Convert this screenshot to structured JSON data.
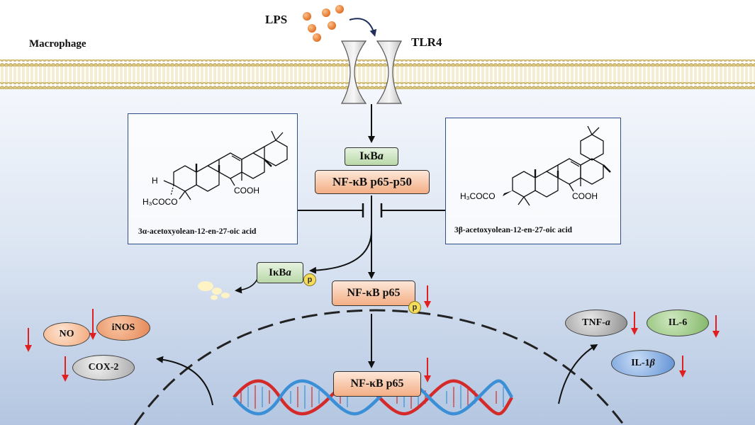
{
  "labels": {
    "lps": "LPS",
    "tlr4": "TLR4",
    "macrophage": "Macrophage"
  },
  "complex": {
    "ikba": "IκB",
    "ikba_suffix": "a",
    "nfkb": "NF-κB p65-p50"
  },
  "compounds": {
    "left": {
      "caption": "3α-acetoxyolean-12-en-27-oic acid",
      "h_label": "H",
      "ester": "H₃COCO",
      "acid": "COOH"
    },
    "right": {
      "caption": "3β-acetoxyolean-12-en-27-oic acid",
      "ester": "H₃COCO",
      "acid": "COOH"
    }
  },
  "phospho": {
    "ikba": "IκB",
    "ikba_suffix": "a",
    "nfkb": "NF-κB p65",
    "p": "p"
  },
  "nucleus": {
    "nfkb": "NF-κB p65"
  },
  "mediators": {
    "no": "NO",
    "inos": "iNOS",
    "cox2": "COX-2"
  },
  "cytokines": {
    "tnf": "TNF-",
    "tnf_suffix": "a",
    "il6": "IL-6",
    "il1": "IL-1",
    "il1_suffix": "β"
  },
  "colors": {
    "arrow_red": "#e02020",
    "membrane_head": "#d8c070",
    "panel_border": "#2d4e8a",
    "dna_red": "#d42a2a",
    "dna_blue": "#3a8fd6"
  }
}
